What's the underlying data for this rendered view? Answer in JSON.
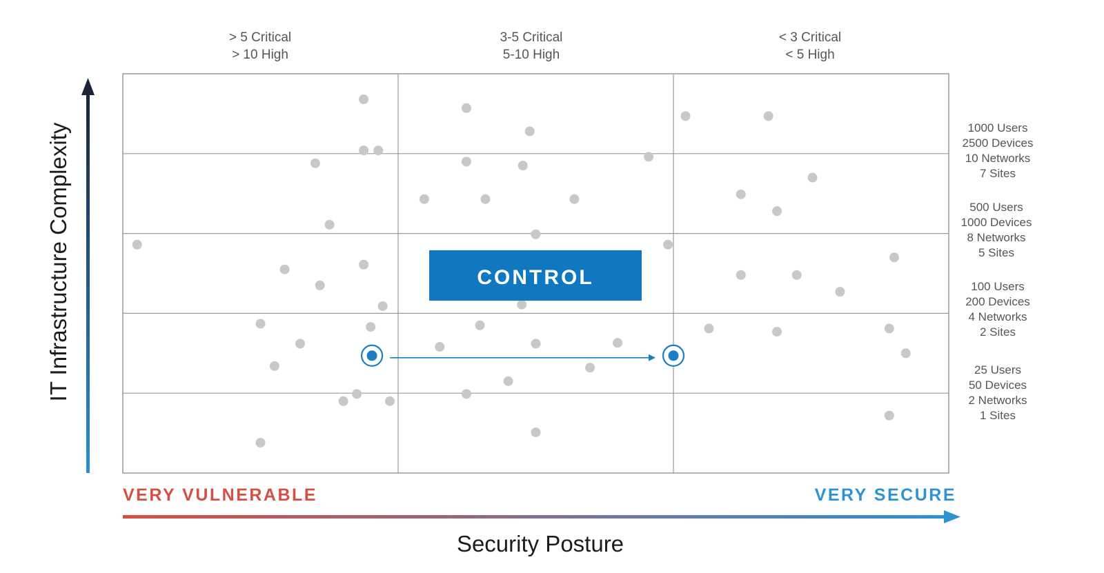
{
  "chart_data": {
    "type": "scatter",
    "grid": true,
    "x_axis": {
      "label": "Security Posture",
      "left_end_label": "VERY VULNERABLE",
      "right_end_label": "VERY SECURE",
      "range": [
        0,
        3
      ]
    },
    "y_axis": {
      "label": "IT Infrastructure Complexity",
      "range": [
        0,
        5
      ]
    },
    "column_headers": [
      [
        "> 5 Critical",
        "> 10 High"
      ],
      [
        "3-5 Critical",
        "5-10 High"
      ],
      [
        "< 3 Critical",
        "< 5 High"
      ]
    ],
    "row_labels": [
      [
        "1000  Users",
        "2500  Devices",
        "10  Networks",
        "7  Sites"
      ],
      [
        "500  Users",
        "1000  Devices",
        "8  Networks",
        "5  Sites"
      ],
      [
        "100  Users",
        "200  Devices",
        "4  Networks",
        "2  Sites"
      ],
      [
        "25  Users",
        "50  Devices",
        "2  Networks",
        "1  Sites"
      ]
    ],
    "annotation": "CONTROL",
    "points": [
      {
        "x": 0.875,
        "y": 4.68
      },
      {
        "x": 0.875,
        "y": 4.04
      },
      {
        "x": 0.928,
        "y": 4.04
      },
      {
        "x": 0.699,
        "y": 3.88
      },
      {
        "x": 0.751,
        "y": 3.11
      },
      {
        "x": 0.052,
        "y": 2.86
      },
      {
        "x": 0.588,
        "y": 2.55
      },
      {
        "x": 0.716,
        "y": 2.35
      },
      {
        "x": 0.875,
        "y": 2.61
      },
      {
        "x": 0.944,
        "y": 2.09
      },
      {
        "x": 0.5,
        "y": 1.87
      },
      {
        "x": 0.644,
        "y": 1.62
      },
      {
        "x": 0.551,
        "y": 1.34
      },
      {
        "x": 0.9,
        "y": 1.83
      },
      {
        "x": 0.85,
        "y": 0.99
      },
      {
        "x": 0.801,
        "y": 0.9
      },
      {
        "x": 0.97,
        "y": 0.9
      },
      {
        "x": 0.5,
        "y": 0.38
      },
      {
        "x": 1.248,
        "y": 4.57
      },
      {
        "x": 1.478,
        "y": 4.28
      },
      {
        "x": 1.248,
        "y": 3.9
      },
      {
        "x": 1.453,
        "y": 3.85
      },
      {
        "x": 1.095,
        "y": 3.43
      },
      {
        "x": 1.317,
        "y": 3.43
      },
      {
        "x": 1.64,
        "y": 3.43
      },
      {
        "x": 1.91,
        "y": 3.96
      },
      {
        "x": 1.5,
        "y": 2.99
      },
      {
        "x": 1.98,
        "y": 2.86
      },
      {
        "x": 1.449,
        "y": 2.11
      },
      {
        "x": 1.297,
        "y": 1.85
      },
      {
        "x": 1.5,
        "y": 1.62
      },
      {
        "x": 1.151,
        "y": 1.58
      },
      {
        "x": 1.797,
        "y": 1.63
      },
      {
        "x": 1.697,
        "y": 1.32
      },
      {
        "x": 1.4,
        "y": 1.15
      },
      {
        "x": 1.248,
        "y": 0.99
      },
      {
        "x": 1.5,
        "y": 0.51
      },
      {
        "x": 2.044,
        "y": 4.47
      },
      {
        "x": 2.345,
        "y": 4.47
      },
      {
        "x": 2.505,
        "y": 3.7
      },
      {
        "x": 2.245,
        "y": 3.49
      },
      {
        "x": 2.376,
        "y": 3.28
      },
      {
        "x": 2.802,
        "y": 2.7
      },
      {
        "x": 2.245,
        "y": 2.48
      },
      {
        "x": 2.448,
        "y": 2.48
      },
      {
        "x": 2.605,
        "y": 2.27
      },
      {
        "x": 2.129,
        "y": 1.81
      },
      {
        "x": 2.376,
        "y": 1.77
      },
      {
        "x": 2.784,
        "y": 1.81
      },
      {
        "x": 2.844,
        "y": 1.5
      },
      {
        "x": 2.784,
        "y": 0.72
      }
    ],
    "highlighted_points": [
      {
        "x": 0.905,
        "y": 1.47
      },
      {
        "x": 2.0,
        "y": 1.47
      }
    ],
    "arrow": {
      "from_x": 0.905,
      "to_x": 2.0,
      "y": 1.47
    },
    "colors": {
      "points": "#c8c8c8",
      "highlight": "#1b7fc4",
      "control_box": "#0f78c0",
      "grid": "#9a9a9a",
      "vulnerable": "#d64f43",
      "secure": "#2f92d3",
      "y_axis_top": "#1a2538",
      "y_axis_bottom": "#2a8fd4"
    }
  }
}
